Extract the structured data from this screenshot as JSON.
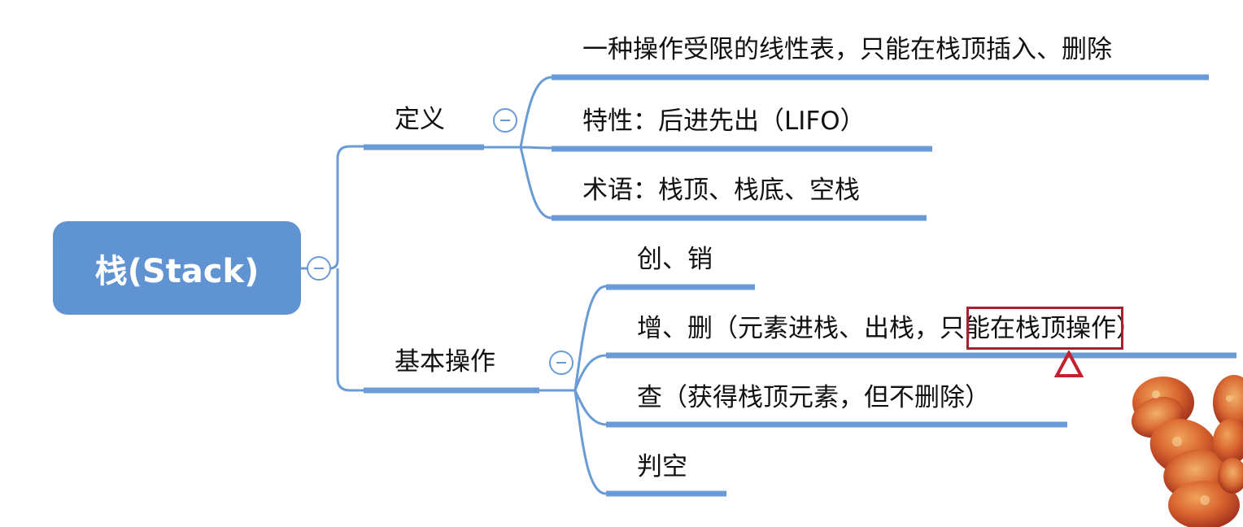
{
  "colors": {
    "root_fill": "#5f93d2",
    "branch": "#6a9bd6",
    "text": "#111111",
    "highlight": "#a3232f"
  },
  "mindmap": {
    "root": "栈(Stack)",
    "branches": [
      {
        "label": "定义",
        "children": [
          "一种操作受限的线性表，只能在栈顶插入、删除",
          "特性：后进先出（LIFO）",
          "术语：栈顶、栈底、空栈"
        ]
      },
      {
        "label": "基本操作",
        "children": [
          "创、销",
          "增、删（元素进栈、出栈，只能在栈顶操作）",
          "查（获得栈顶元素，但不删除）",
          "判空"
        ]
      }
    ]
  },
  "icons": {
    "collapse": "minus-circle-icon",
    "pointer": "triangle-pointer-icon"
  }
}
